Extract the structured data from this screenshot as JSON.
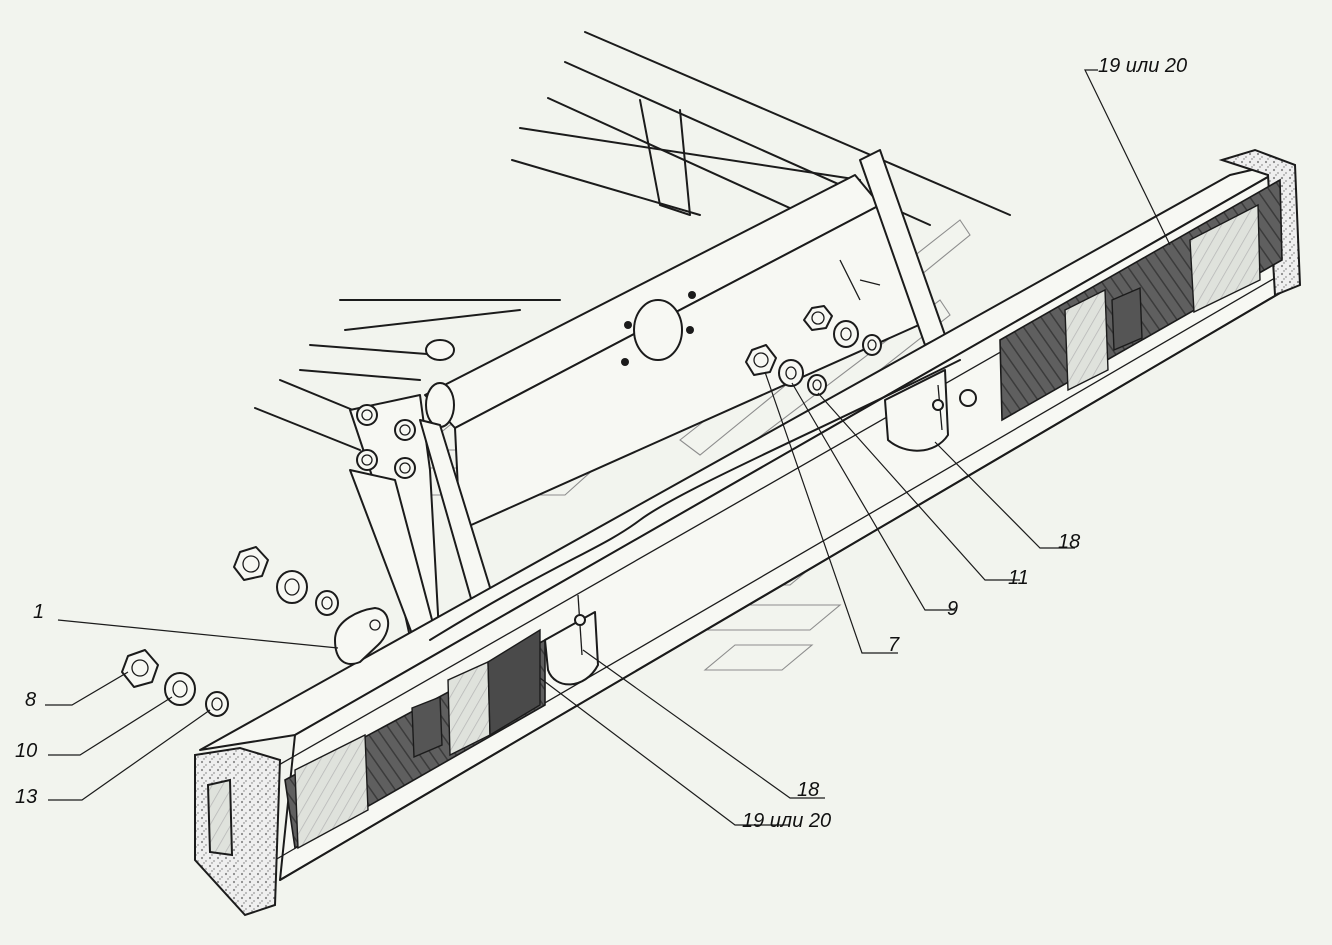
{
  "callouts": {
    "c1": "1",
    "c8": "8",
    "c10": "10",
    "c13": "13",
    "c18_bottom": "18",
    "c19_bottom": "19 или 20",
    "c7": "7",
    "c9": "9",
    "c11": "11",
    "c18_right": "18",
    "c19_top": "19 или 20"
  },
  "colors": {
    "line": "#1b1b1b",
    "background": "#f2f4ee",
    "lamp_body": "#5a5a5a",
    "lamp_clear": "#e9ece6",
    "speckle": "#b9b9b9"
  }
}
